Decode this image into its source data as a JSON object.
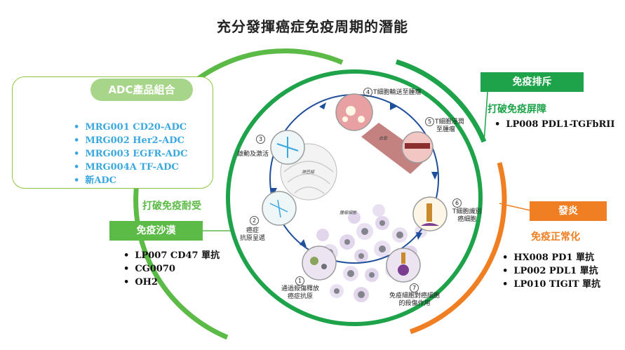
{
  "title": "充分發揮癌症免疫周期的潛能",
  "adc": {
    "header": "ADC產品組合",
    "items": [
      "MRG001 CD20-ADC",
      "MRG002 Her2-ADC",
      "MRG003 EGFR-ADC",
      "MRG004A TF-ADC",
      "新ADC"
    ]
  },
  "exclusion": {
    "label": "免疫排斥",
    "subtitle": "打破免疫屏障",
    "items": [
      "LP008 PDL1-TGFbRII"
    ]
  },
  "desert": {
    "label": "免疫沙漠",
    "subtitle": "打破免疫耐受",
    "items": [
      "LP007 CD47 單抗",
      "CG0070",
      "OH2"
    ]
  },
  "inflamed": {
    "label": "發炎",
    "subtitle": "免疫正常化",
    "items": [
      "HX008 PD1 單抗",
      "LP002 PDL1 單抗",
      "LP010 TIGIT 單抗"
    ]
  },
  "cycle": {
    "steps": [
      {
        "n": "1",
        "l1": "通過殺傷釋放",
        "l2": "癌症抗原"
      },
      {
        "n": "2",
        "l1": "癌症",
        "l2": "抗原呈遞"
      },
      {
        "n": "3",
        "l1": "啟動及激活",
        "l2": ""
      },
      {
        "n": "4",
        "l1": "T細胞輸送至腫瘤",
        "l2": ""
      },
      {
        "n": "5",
        "l1": "T細胞浸潤",
        "l2": "至腫瘤"
      },
      {
        "n": "6",
        "l1": "T細胞識別",
        "l2": "癌細胞"
      },
      {
        "n": "7",
        "l1": "免疫細胞對癌細胞",
        "l2": "的殺傷作用"
      }
    ],
    "small_labels": {
      "lymph": "淋巴結",
      "blood": "血管",
      "tumor": "腫瘤細胞"
    }
  },
  "colors": {
    "green_dark": "#1ea34a",
    "green_light": "#5cba47",
    "orange": "#f07f23",
    "blue": "#3aa8df",
    "arrow": "#1f4e9a"
  }
}
